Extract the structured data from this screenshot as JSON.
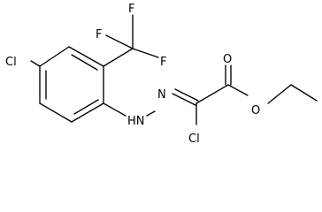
{
  "molecule": {
    "atoms": {
      "cl_ring": "Cl",
      "f_top": "F",
      "f_left": "F",
      "f_right": "F",
      "nh": "HN",
      "n": "N",
      "o_carbonyl": "O",
      "o_ester": "O",
      "cl_chain": "Cl"
    }
  }
}
